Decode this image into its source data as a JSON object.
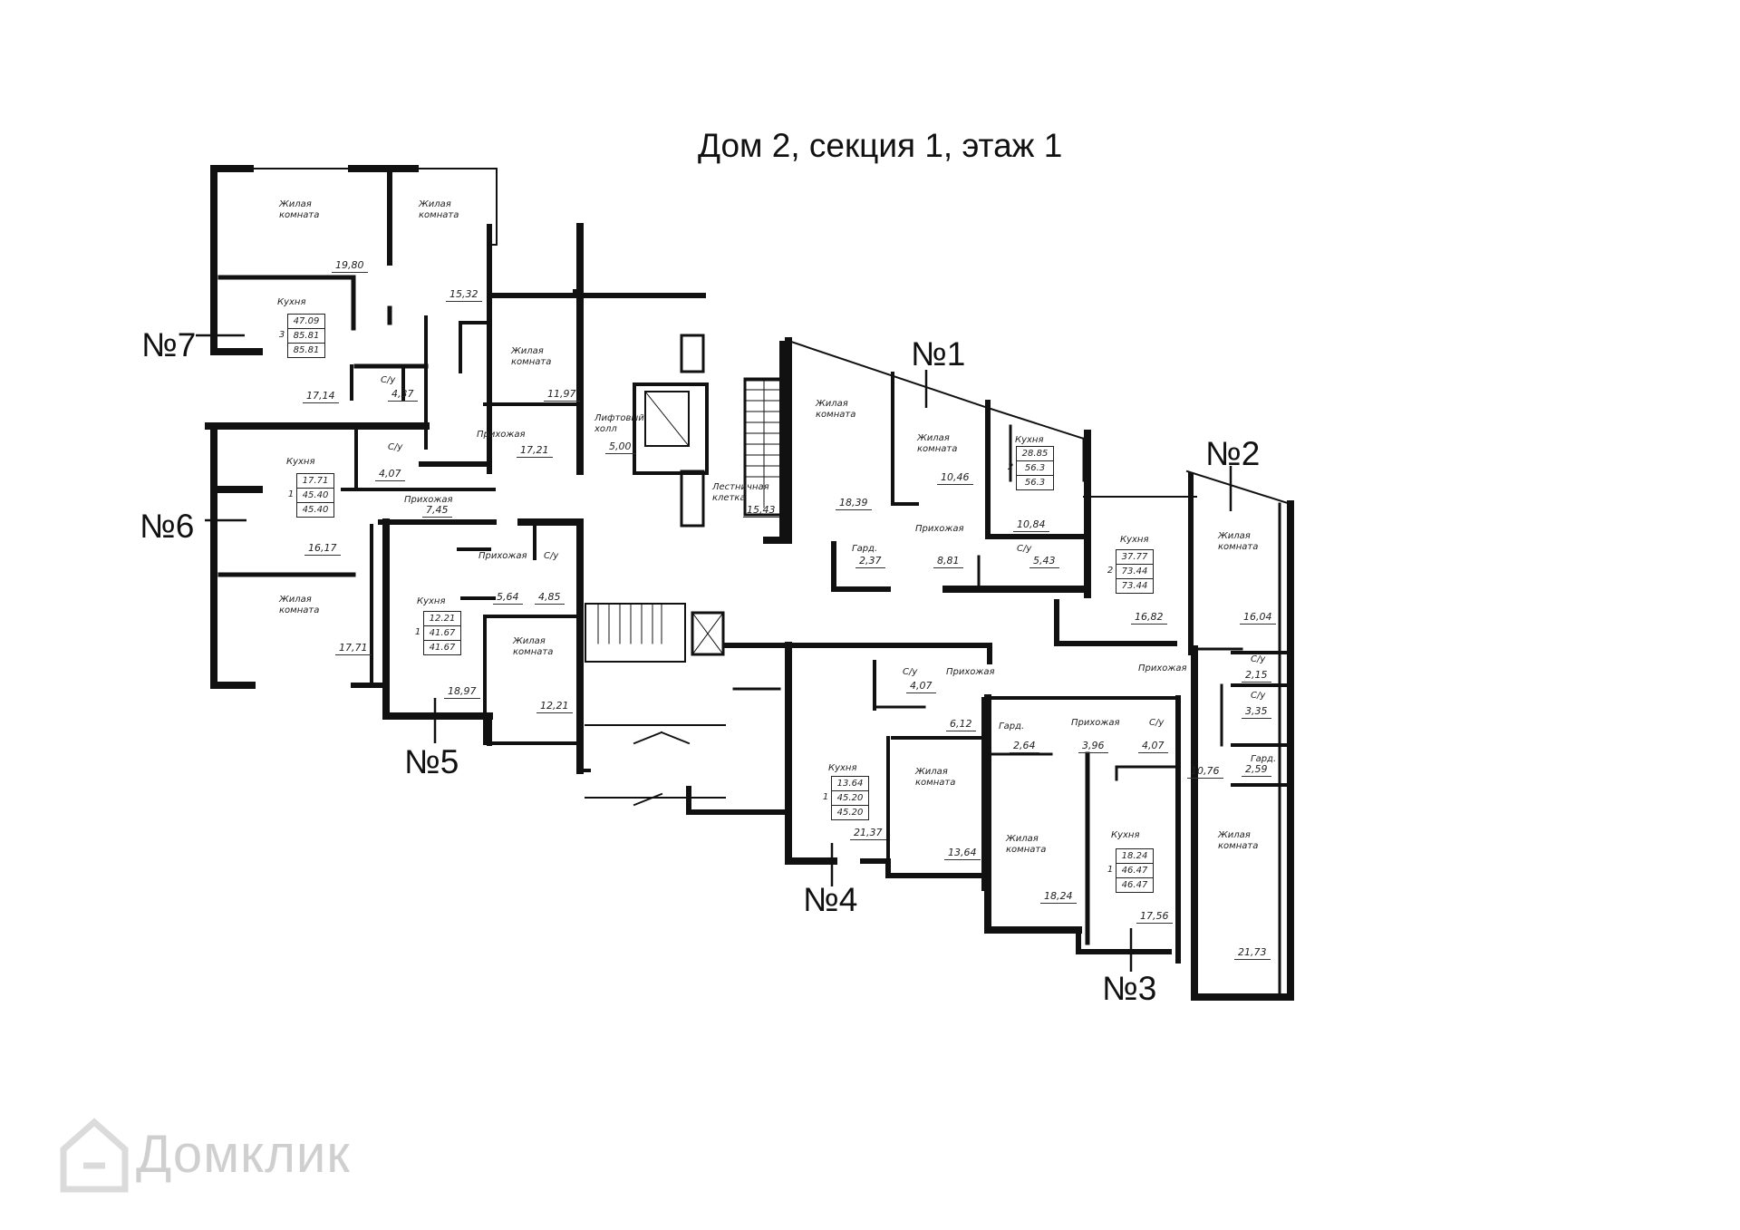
{
  "title": "Дом 2, секция 1, этаж 1",
  "apartments": [
    {
      "num": "№1",
      "kitchen": "28.85",
      "rooms": "2",
      "total": "56.3",
      "living": "56.3"
    },
    {
      "num": "№2",
      "kitchen": "37.77",
      "rooms": "2",
      "total": "73.44",
      "living": "73.44"
    },
    {
      "num": "№3",
      "kitchen": "18.24",
      "rooms": "1",
      "total": "46.47",
      "living": "46.47"
    },
    {
      "num": "№4",
      "kitchen": "13.64",
      "rooms": "1",
      "total": "45.20",
      "living": "45.20"
    },
    {
      "num": "№5",
      "kitchen": "12.21",
      "rooms": "1",
      "total": "41.67",
      "living": "41.67"
    },
    {
      "num": "№6",
      "kitchen": "17.71",
      "rooms": "1",
      "total": "45.40",
      "living": "45.40"
    },
    {
      "num": "№7",
      "kitchen": "47.09",
      "rooms": "3",
      "total": "85.81",
      "living": "85.81"
    }
  ],
  "labels": {
    "living_room": "Жилая\nкомната",
    "kitchen": "Кухня",
    "hallway": "Прихожая",
    "bathroom": "С/у",
    "wardrobe": "Гард.",
    "lift_hall": "Лифтовый\nхолл",
    "stair": "Лестничная\nклетка"
  },
  "areas": {
    "a7_living1": "19,80",
    "a7_living2": "15,32",
    "a7_living3": "11,97",
    "a7_kitchen": "17,14",
    "a7_bath": "4,37",
    "a7_hall": "17,21",
    "lift_hall": "5,00",
    "stair": "15,43",
    "a6_bath": "4,07",
    "a6_hall": "7,45",
    "a6_kitchen": "16,17",
    "a6_living": "17,71",
    "a5_hall": "5,64",
    "a5_bath": "4,85",
    "a5_kitchen": "18,97",
    "a5_living": "12,21",
    "a1_living1": "18,39",
    "a1_living2": "10,46",
    "a1_ward": "2,37",
    "a1_hall": "8,81",
    "a1_kitchen": "10,84",
    "a1_bath": "5,43",
    "a2_living": "16,04",
    "a2_kitchen": "16,82",
    "a2_bath1": "2,15",
    "a2_bath2": "3,35",
    "a2_ward": "2,59",
    "a2_hall": "10,76",
    "a2_living2": "21,73",
    "a4_bath": "4,07",
    "a4_hall": "6,12",
    "a4_kitchen": "21,37",
    "a4_living": "13,64",
    "a3_ward": "2,64",
    "a3_hall": "3,96",
    "a3_bath": "4,07",
    "a3_living": "18,24",
    "a3_kitchen": "17,56"
  },
  "watermark": "Домклик"
}
